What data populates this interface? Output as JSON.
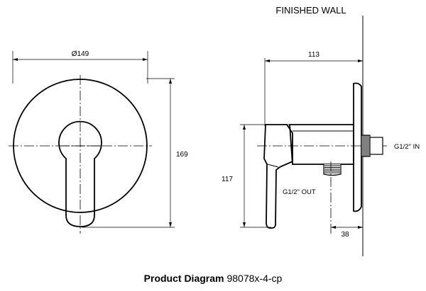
{
  "labels": {
    "finished_wall": "FINISHED WALL",
    "inlet": "G1/2\" IN",
    "outlet": "G1/2\" OUT",
    "caption_bold": "Product Diagram",
    "caption_model": "98078x-4-cp"
  },
  "dimensions": {
    "diameter": "Ø149",
    "height": "169",
    "depth": "113",
    "side_height": "117",
    "outlet_offset": "38"
  }
}
